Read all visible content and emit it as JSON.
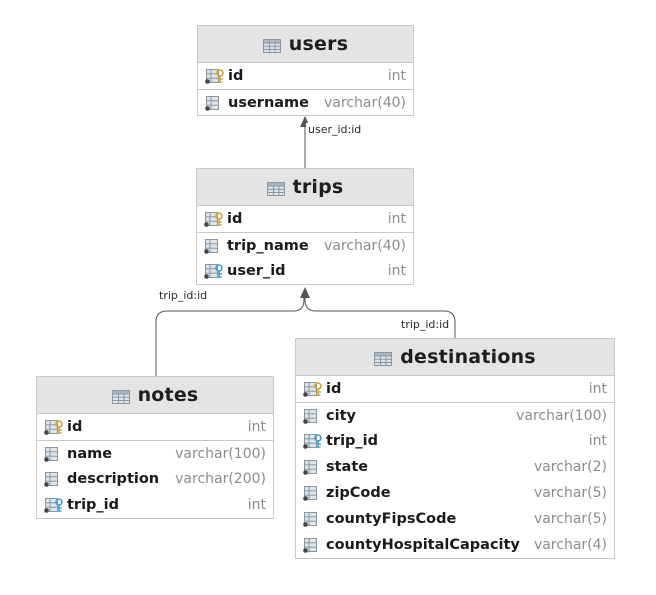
{
  "tables": {
    "users": {
      "name": "users",
      "columns": [
        {
          "name": "id",
          "type": "int",
          "icon": "primary-key-icon"
        },
        {
          "name": "username",
          "type": "varchar(40)",
          "icon": "column-icon"
        }
      ]
    },
    "trips": {
      "name": "trips",
      "columns": [
        {
          "name": "id",
          "type": "int",
          "icon": "primary-key-icon"
        },
        {
          "name": "trip_name",
          "type": "varchar(40)",
          "icon": "column-icon"
        },
        {
          "name": "user_id",
          "type": "int",
          "icon": "foreign-key-icon"
        }
      ]
    },
    "notes": {
      "name": "notes",
      "columns": [
        {
          "name": "id",
          "type": "int",
          "icon": "primary-key-icon"
        },
        {
          "name": "name",
          "type": "varchar(100)",
          "icon": "column-icon"
        },
        {
          "name": "description",
          "type": "varchar(200)",
          "icon": "column-icon"
        },
        {
          "name": "trip_id",
          "type": "int",
          "icon": "foreign-key-icon"
        }
      ]
    },
    "destinations": {
      "name": "destinations",
      "columns": [
        {
          "name": "id",
          "type": "int",
          "icon": "primary-key-icon"
        },
        {
          "name": "city",
          "type": "varchar(100)",
          "icon": "column-icon"
        },
        {
          "name": "trip_id",
          "type": "int",
          "icon": "foreign-key-icon"
        },
        {
          "name": "state",
          "type": "varchar(2)",
          "icon": "column-icon"
        },
        {
          "name": "zipCode",
          "type": "varchar(5)",
          "icon": "column-icon"
        },
        {
          "name": "countyFipsCode",
          "type": "varchar(5)",
          "icon": "column-icon"
        },
        {
          "name": "countyHospitalCapacity",
          "type": "varchar(4)",
          "icon": "column-icon"
        }
      ]
    }
  },
  "relations": {
    "trips_users": "user_id:id",
    "notes_trips": "trip_id:id",
    "destinations_trips": "trip_id:id"
  },
  "colors": {
    "header_bg": "#e4e4e4",
    "border": "#c8c8c8",
    "type_text": "#8c8c8c",
    "edge": "#555555",
    "pk_key": "#e0a020",
    "fk_key": "#3aa0d8"
  }
}
